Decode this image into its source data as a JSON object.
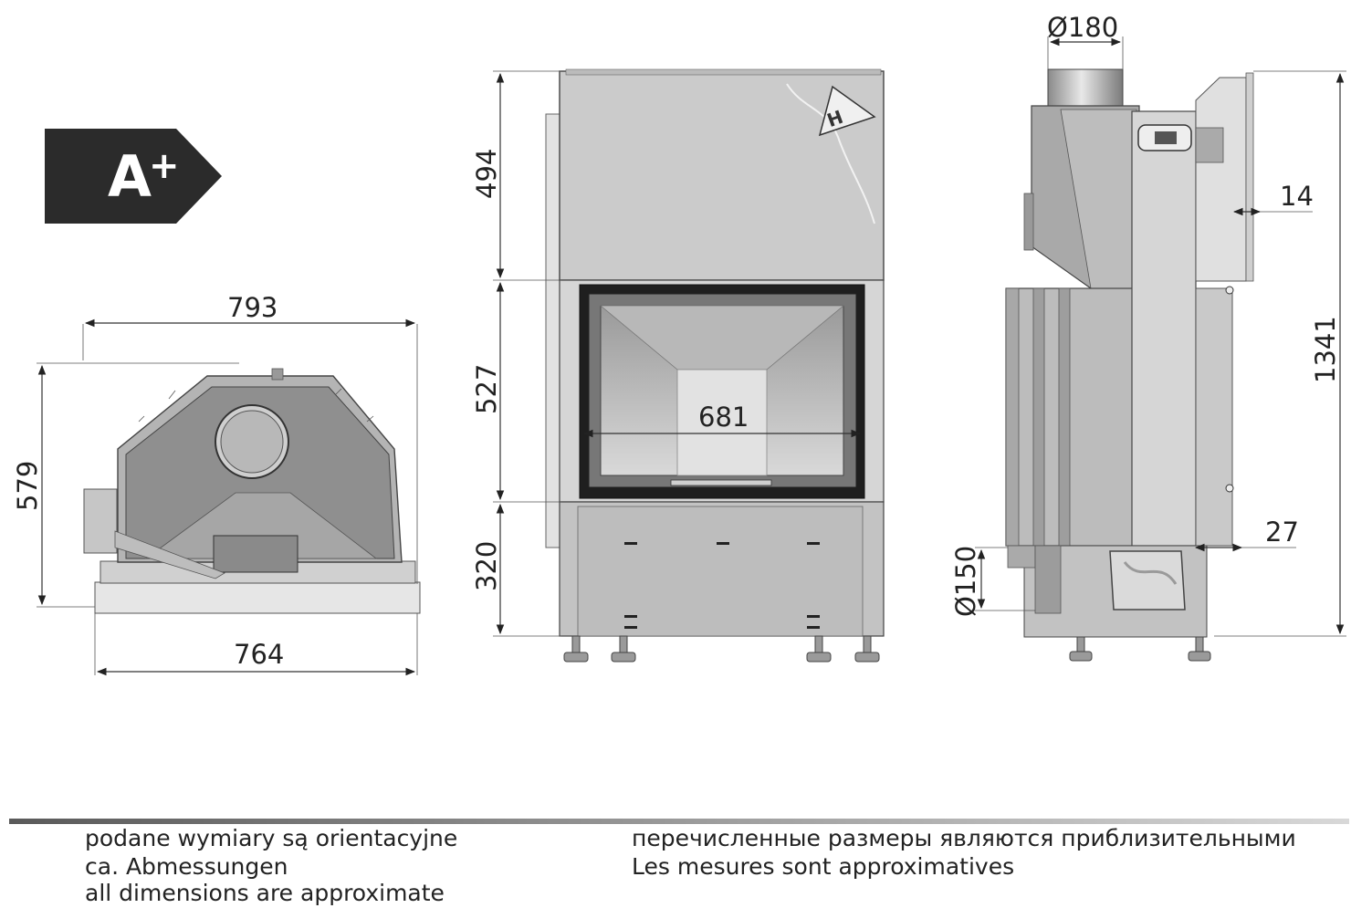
{
  "energy_badge": {
    "grade": "A",
    "plus": "+",
    "color": "#2b2b2b"
  },
  "top_view": {
    "width_outer": "793",
    "width_inner": "764",
    "depth": "579"
  },
  "front_view": {
    "height_top": "494",
    "height_door": "527",
    "height_base": "320",
    "door_width": "681"
  },
  "side_view": {
    "flue_diameter": "Ø180",
    "air_diameter": "Ø150",
    "gap_top": "14",
    "gap_bottom": "27",
    "total_height": "1341"
  },
  "footer": {
    "line_pl": "podane wymiary są orientacyjne",
    "line_de": "ca. Abmessungen",
    "line_en": "all dimensions are approximate",
    "line_ru": "перечисленные размеры являются приблизительными",
    "line_fr": "Les mesures sont approximatives"
  }
}
